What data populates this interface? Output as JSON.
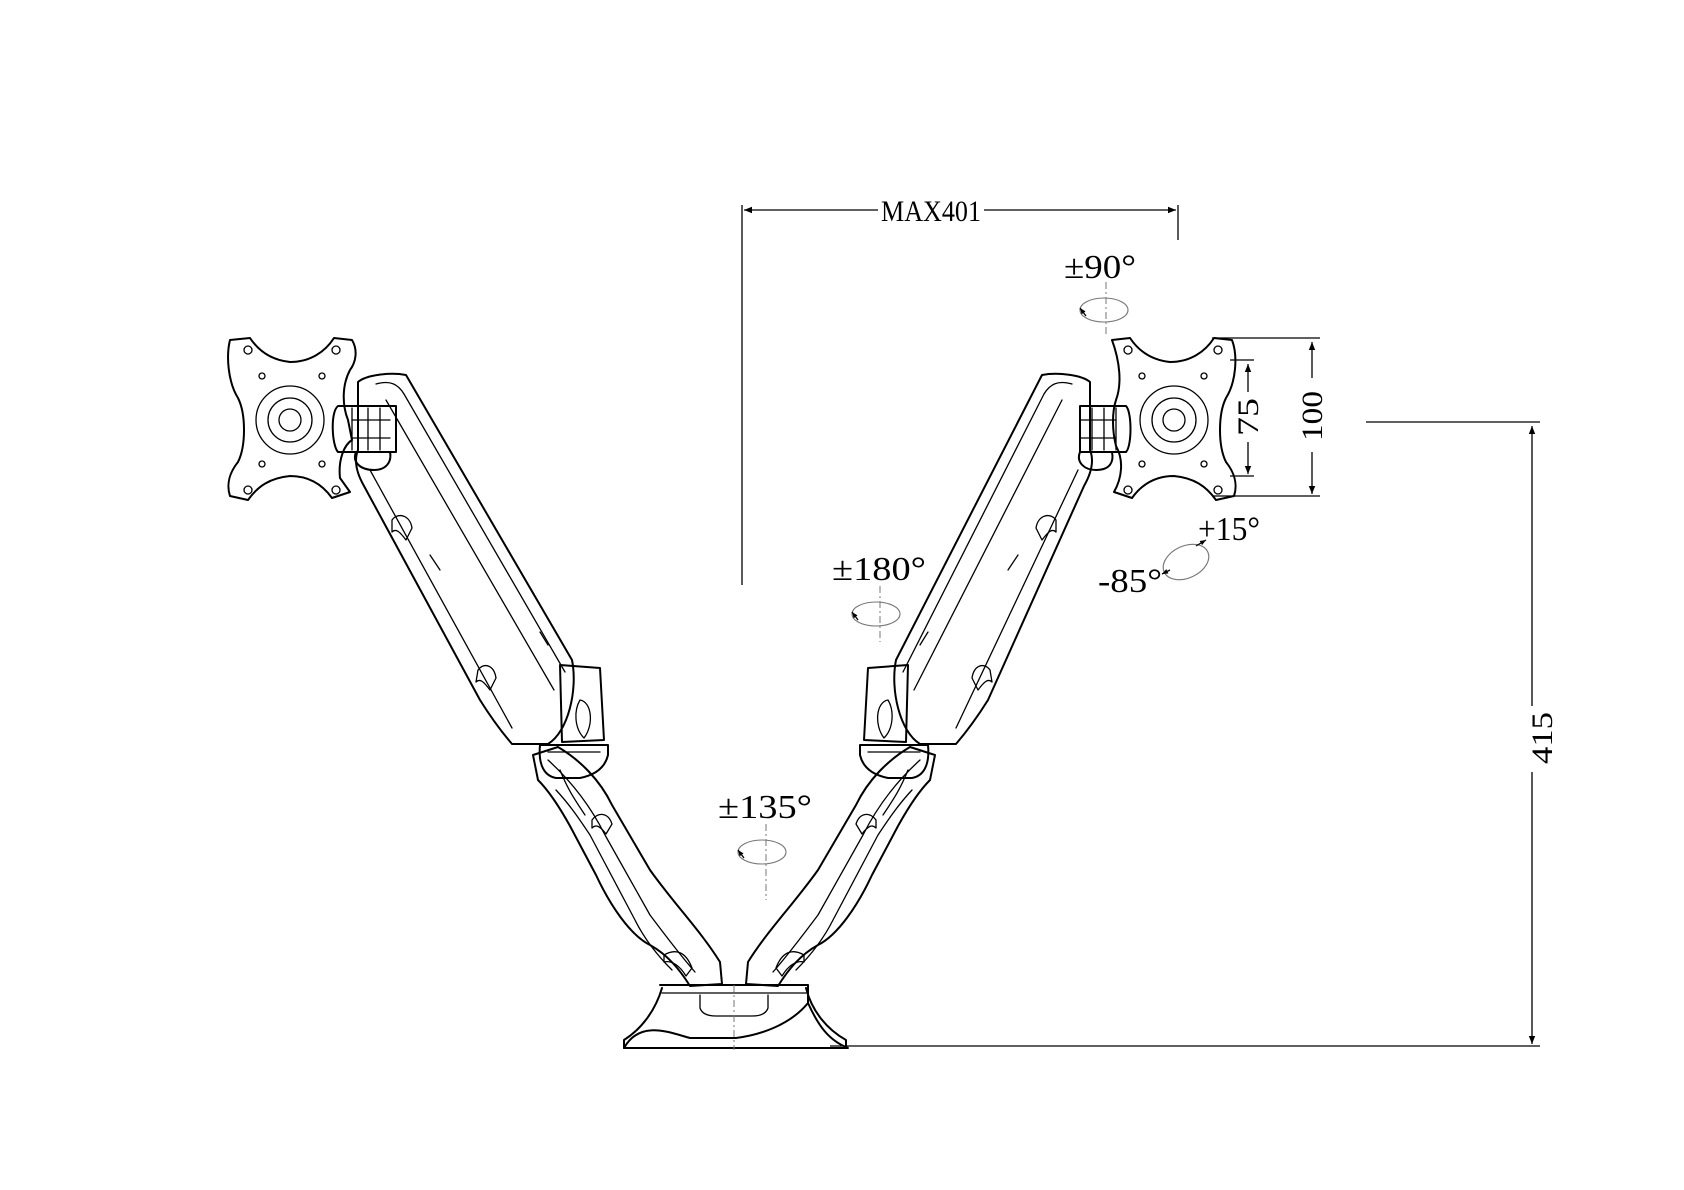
{
  "dimensions": {
    "max_reach": "MAX401",
    "height": "415",
    "vesa_large": "100",
    "vesa_small": "75"
  },
  "rotations": {
    "swivel_top": "±90°",
    "tilt_up": "+15°",
    "tilt_down": "-85°",
    "arm_swivel": "±180°",
    "base_swivel": "±135°"
  }
}
